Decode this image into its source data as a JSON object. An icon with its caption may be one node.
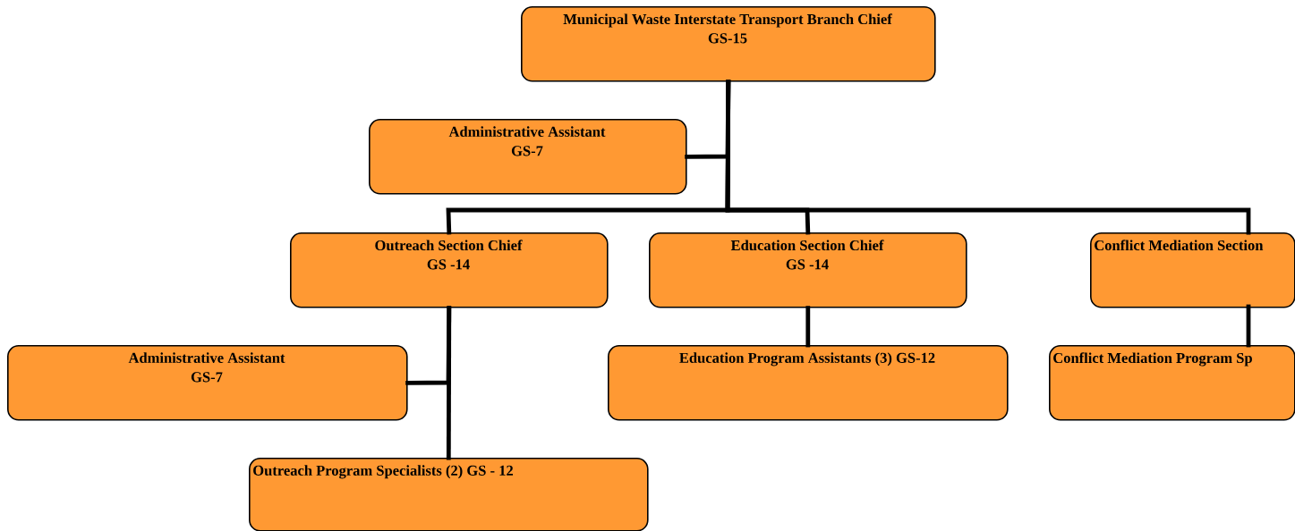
{
  "diagram": {
    "nodes": [
      {
        "text": [
          "Municipal Waste Interstate Transport Branch Chief",
          "GS-15"
        ]
      },
      {
        "text": [
          "Administrative Assistant",
          "GS-7"
        ]
      },
      {
        "text": [
          "Outreach Section Chief",
          "GS -14"
        ]
      },
      {
        "text": [
          "Education Section Chief",
          "GS -14"
        ]
      },
      {
        "text": [
          "Conflict Mediation Section"
        ]
      },
      {
        "text": [
          "Administrative Assistant",
          "GS-7"
        ]
      },
      {
        "text": [
          "Education Program Assistants (3) GS-12"
        ]
      },
      {
        "text": [
          "Conflict Mediation Program Sp"
        ]
      },
      {
        "text": [
          "Outreach Program Specialists (2) GS - 12"
        ]
      }
    ],
    "edges": [
      {
        "from": 0,
        "to": 1,
        "arrow": "none"
      },
      {
        "from": 0,
        "to": 2,
        "arrow": "none"
      },
      {
        "from": 0,
        "to": 3,
        "arrow": "none"
      },
      {
        "from": 0,
        "to": 4,
        "arrow": "none"
      },
      {
        "from": 2,
        "to": 5,
        "arrow": "none"
      },
      {
        "from": 2,
        "to": 8,
        "arrow": "none"
      },
      {
        "from": 3,
        "to": 6,
        "arrow": "none"
      },
      {
        "from": 4,
        "to": 7,
        "arrow": "none"
      }
    ]
  }
}
